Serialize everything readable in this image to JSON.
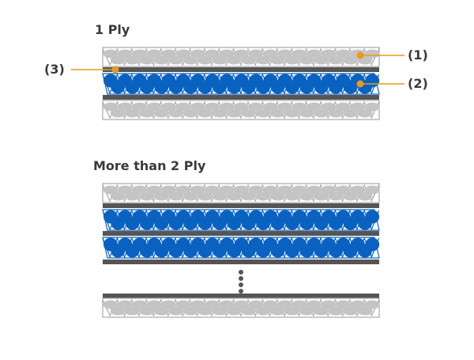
{
  "sections": {
    "single": {
      "title": "1 Ply"
    },
    "multi": {
      "title": "More than 2 Ply"
    }
  },
  "callouts": {
    "one": "(1)",
    "two": "(2)",
    "three": "(3)"
  },
  "colors": {
    "gray_fiber": "#c4c4c4",
    "gray_outline": "#a8a8a8",
    "blue_fiber": "#0a62c0",
    "blue_outline": "#0a62c0",
    "rubber_bar": "#555555",
    "callout_line": "#e89a1c",
    "ellipsis_dot": "#555555"
  }
}
